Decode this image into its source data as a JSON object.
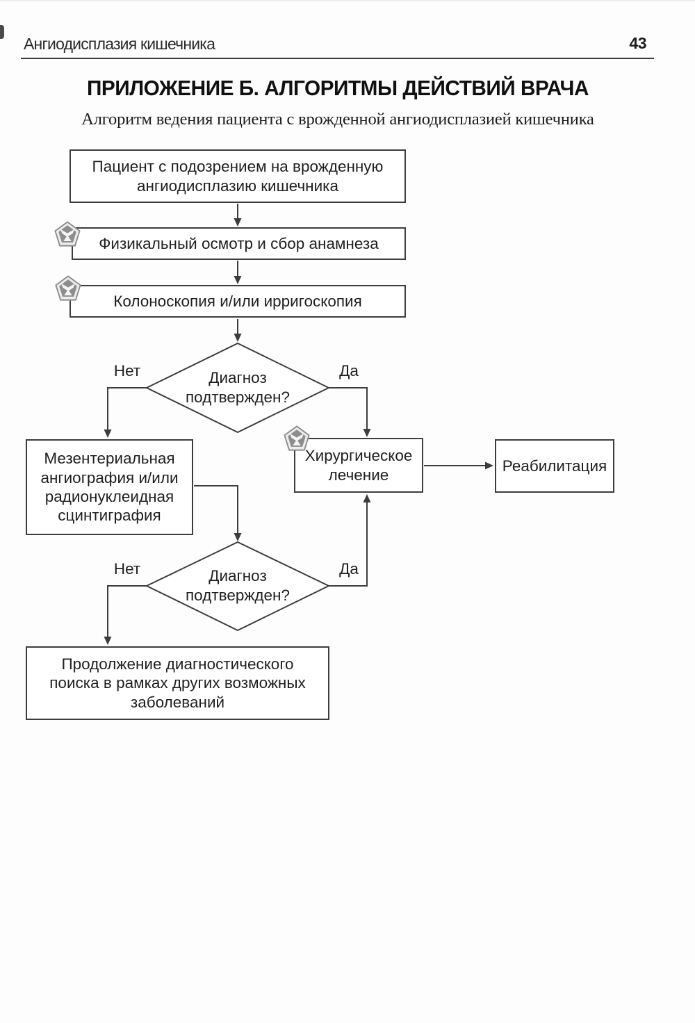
{
  "header": {
    "running_title": "Ангиодисплазия кишечника",
    "page_number": "43"
  },
  "title": "ПРИЛОЖЕНИЕ Б. АЛГОРИТМЫ ДЕЙСТВИЙ ВРАЧА",
  "subtitle": "Алгоритм ведения пациента с врожденной ангиодисплазией кишечника",
  "flowchart": {
    "nodes": {
      "patient": "Пациент с подозрением на врожденную\nангиодисплазию кишечника",
      "physical_exam": "Физикальный осмотр и сбор анамнеза",
      "colonoscopy": "Колоноскопия и/или ирригоскопия",
      "decision_1": "Диагноз\nподтвержден?",
      "angiography": "Мезентериальная\nангиография и/или\nрадионуклеидная\nсцинтиграфия",
      "surgery": "Хирургическое\nлечение",
      "rehabilitation": "Реабилитация",
      "decision_2": "Диагноз\nподтвержден?",
      "continue_search": "Продолжение диагностического\nпоиска в рамках других возможных\nзаболеваний"
    },
    "labels": {
      "no": "Нет",
      "yes": "Да"
    },
    "icons": {
      "quality_mark": "pentagon-quality-mark-badge"
    },
    "colors": {
      "line": "#3d3d3d",
      "icon_gray": "#8d8d8d",
      "icon_ring": "#ededed",
      "text": "#1f1f1f"
    }
  }
}
